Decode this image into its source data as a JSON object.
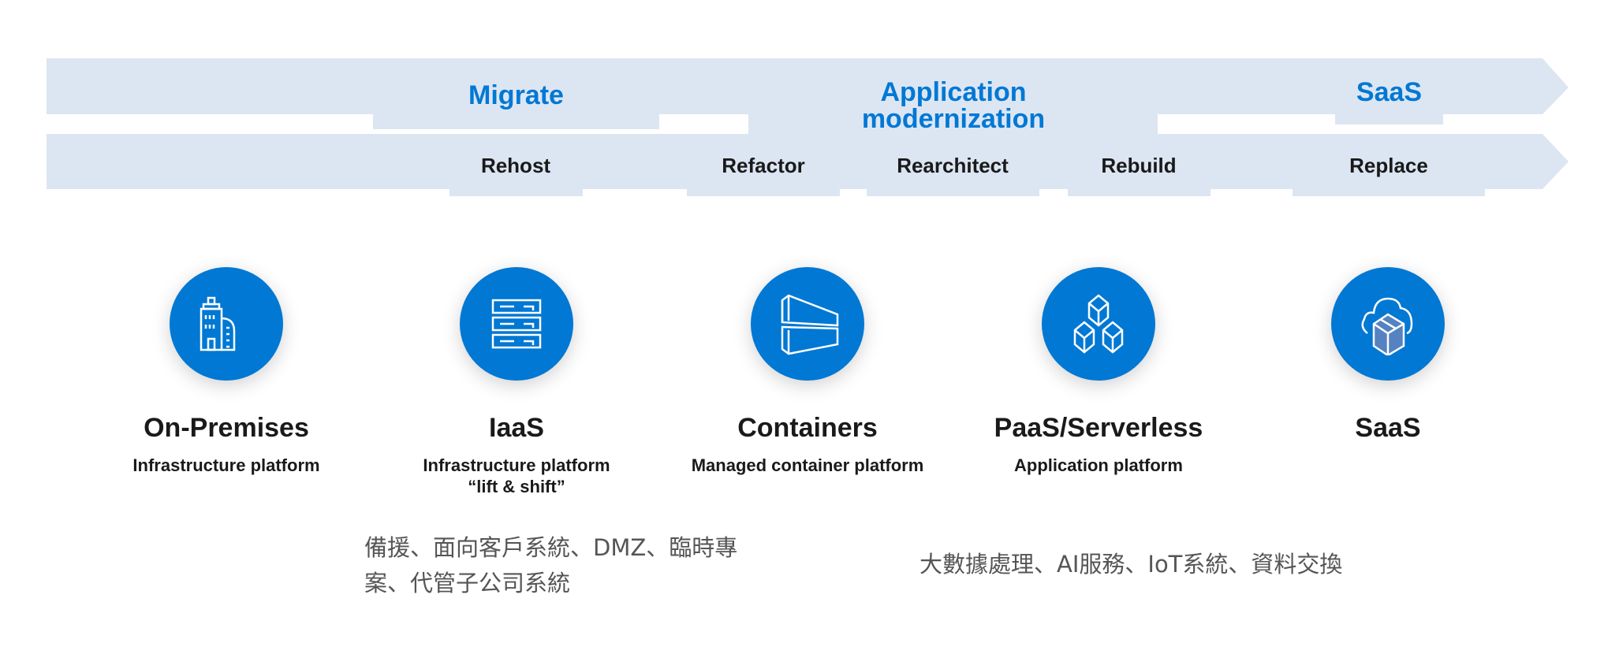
{
  "stages": [
    "Migrate",
    "Application modernization",
    "SaaS"
  ],
  "steps": [
    "Rehost",
    "Refactor",
    "Rearchitect",
    "Rebuild",
    "Replace"
  ],
  "platforms": [
    {
      "icon": "building-icon",
      "title": "On-Premises",
      "subtitle": "Infrastructure platform",
      "subtitle2": ""
    },
    {
      "icon": "server-icon",
      "title": "IaaS",
      "subtitle": "Infrastructure platform",
      "subtitle2": "“lift & shift”"
    },
    {
      "icon": "container-icon",
      "title": "Containers",
      "subtitle": "Managed container platform",
      "subtitle2": ""
    },
    {
      "icon": "cubes-icon",
      "title": "PaaS/Serverless",
      "subtitle": "Application platform",
      "subtitle2": ""
    },
    {
      "icon": "cloud-box-icon",
      "title": "SaaS",
      "subtitle": "",
      "subtitle2": ""
    }
  ],
  "notes": {
    "left_line1": "備援、面向客戶系統、DMZ、臨時專",
    "left_line2": "案、代管子公司系統",
    "right": "大數據處理、AI服務、IoT系統、資料交換"
  },
  "colors": {
    "accent": "#0078d4",
    "band": "#dce6f2"
  }
}
